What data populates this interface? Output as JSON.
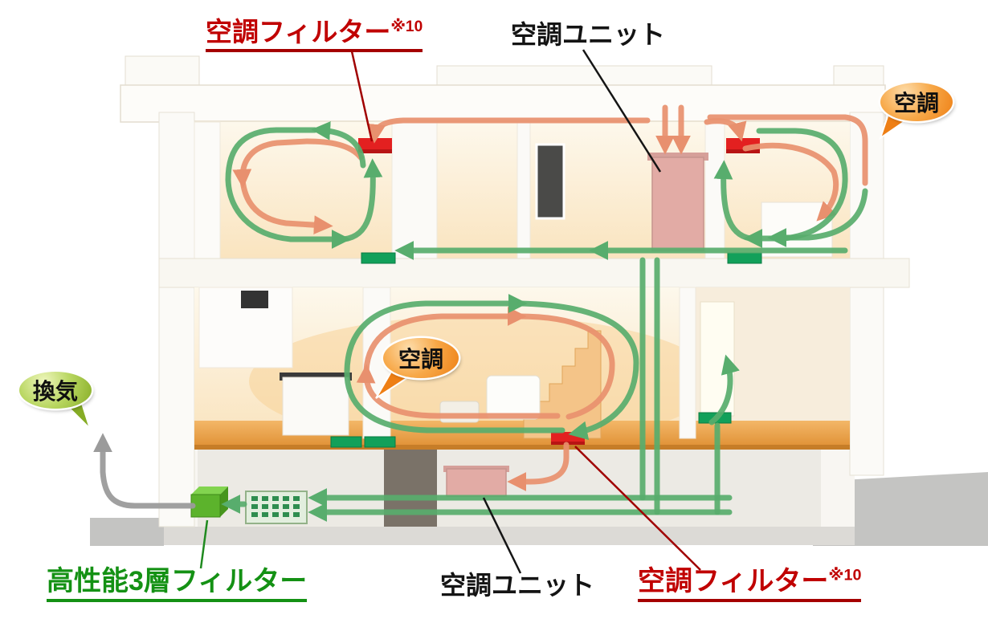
{
  "labels": {
    "filter_top": {
      "text": "空調フィルター",
      "note": "※10"
    },
    "unit_top": {
      "text": "空調ユニット"
    },
    "badge_aircon_top_right": {
      "text": "空調"
    },
    "badge_aircon_center": {
      "text": "空調"
    },
    "badge_ventilation": {
      "text": "換気"
    },
    "filter_3layer": {
      "text": "高性能3層フィルター"
    },
    "unit_bottom": {
      "text": "空調ユニット"
    },
    "filter_bottom_right": {
      "text": "空調フィルター",
      "note": "※10"
    }
  },
  "colors": {
    "label_red": "#c00000",
    "underline_red": "#a50000",
    "label_green": "#149114",
    "label_black": "#141414",
    "arrow_circulation_green": "#58ad6d",
    "arrow_conditioned_salmon": "#e8906e",
    "arrow_exhaust_gray": "#9b9b9b",
    "filter_red_box": "#e32020",
    "vent_teal": "#12a05a",
    "unit_pink": "#e2aba5",
    "green_filter_box": "#5cb32c",
    "badge_orange": "#ee7f15",
    "badge_green": "#86ac25"
  },
  "icons": {
    "red_filter": "aircon-filter-icon",
    "teal_vent": "supply-vent-icon",
    "pink_unit": "aircon-unit-icon",
    "green_box": "three-layer-filter-icon",
    "grille": "intake-grille-icon",
    "green_arrows": "circulation-airflow-icon",
    "salmon_arrows": "conditioned-airflow-icon",
    "gray_arrow": "exhaust-airflow-icon"
  }
}
